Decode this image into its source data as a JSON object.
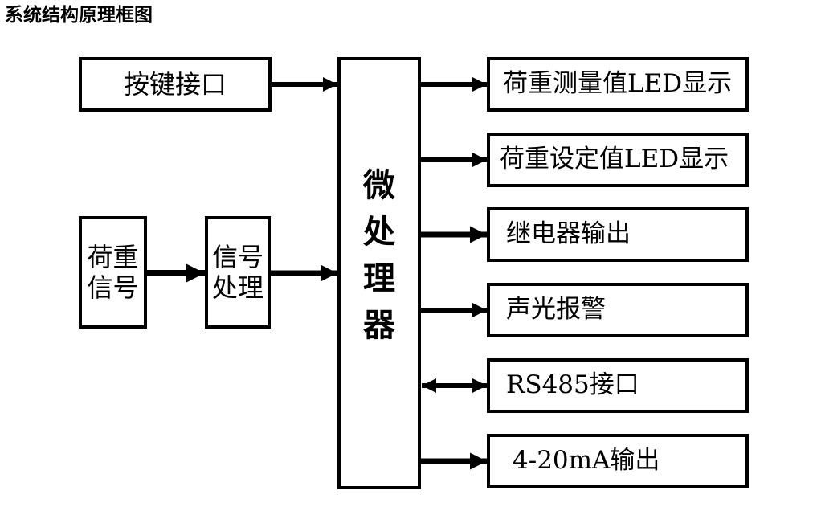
{
  "title": "系统结构原理框图",
  "inputs": {
    "keys": "按键接口",
    "load_signal": "荷重\n信号",
    "signal_processing": "信号\n处理"
  },
  "processor": "微处理器",
  "outputs": [
    "荷重测量值LED显示",
    "荷重设定值LED显示",
    "继电器输出",
    "声光报警",
    "RS485接口",
    "4-20mA输出"
  ],
  "colors": {
    "line": "#000000",
    "background": "#ffffff"
  }
}
